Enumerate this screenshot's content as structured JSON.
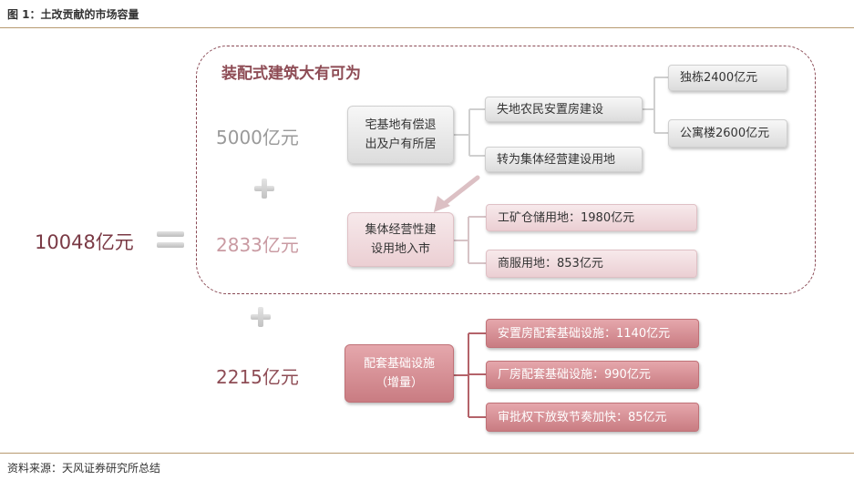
{
  "figure": {
    "title": "图 1：土改贡献的市场容量",
    "source": "资料来源：天风证券研究所总结"
  },
  "heading": "装配式建筑大有可为",
  "total": "10048亿元",
  "groups": [
    {
      "value": "5000亿元",
      "node": [
        "宅基地有偿退",
        "出及户有所居"
      ],
      "children": [
        "失地农民安置房建设",
        "转为集体经营建设用地"
      ],
      "grandchildren": [
        "独栋2400亿元",
        "公寓楼2600亿元"
      ]
    },
    {
      "value": "2833亿元",
      "node": [
        "集体经营性建",
        "设用地入市"
      ],
      "children": [
        "工矿仓储用地：1980亿元",
        "商服用地：853亿元"
      ]
    },
    {
      "value": "2215亿元",
      "node": [
        "配套基础设施",
        "（增量）"
      ],
      "children": [
        "安置房配套基础设施：1140亿元",
        "厂房配套基础设施：990亿元",
        "审批权下放致节奏加快：85亿元"
      ]
    }
  ],
  "colors": {
    "accent": "#8e4c55",
    "rose": "#c97c82",
    "pink_light": "#ebcfd3",
    "grey": "#dcdcdc",
    "rule": "#b79a70"
  }
}
